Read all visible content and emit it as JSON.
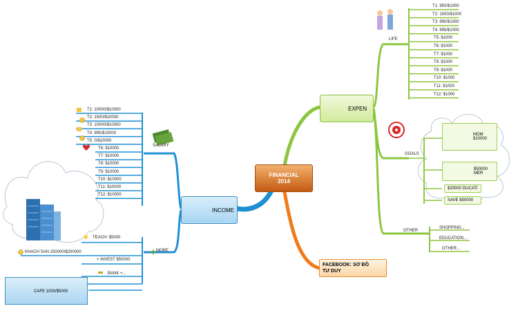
{
  "center": {
    "line1": "FINANCIAL",
    "line2": "2014"
  },
  "income": {
    "label": "INCOME",
    "salary": {
      "label": "SALARY",
      "items": [
        "T1: 10000/$10000",
        "T2: 1500/$10000",
        "T3: 10000/$10000",
        "T4: 995/$10000",
        "T5: 0/$10000",
        "T6: $10000",
        "T7: $10000",
        "T8: $10000",
        "T9: $10000",
        "T10: $10000",
        "T11: $10000",
        "T12: $10000"
      ]
    },
    "more": {
      "label": "MORE",
      "teach": "TEACH: $5000",
      "khach_san": "KHACH SAN 250000/$200000",
      "invest": "+ INVEST $50000",
      "bank": "BANK +...",
      "cafe": "CAFE 1000/$5000"
    }
  },
  "expen": {
    "label": "EXPEN",
    "life": {
      "label": "LIFE",
      "items": [
        "T1: 950/$1000",
        "T2: 1500/$1000",
        "T3: 990/$1000",
        "T4: 995/$1000",
        "T5: $1000",
        "T6: $1000",
        "T7: $1000",
        "T8: $1000",
        "T9: $1000",
        "T10: $1000",
        "T11: $1000",
        "T12: $1000"
      ]
    },
    "goals": {
      "label": "GOALS",
      "mom": "MOM $10000",
      "mer": "$50000 MER",
      "ducati": "$20000 DUCATI",
      "save": "SAVE $50000"
    },
    "other": {
      "label": "OTHER",
      "items": [
        "SHOPPING...",
        "EDUCATION...",
        "OTHER..."
      ]
    }
  },
  "facebook": {
    "line1": "FACEBOOK: SƠ ĐỒ",
    "line2": "TƯ DUY"
  },
  "colors": {
    "blue": "#1f8fd3",
    "green": "#8cc63f",
    "orange": "#f07b1a"
  }
}
